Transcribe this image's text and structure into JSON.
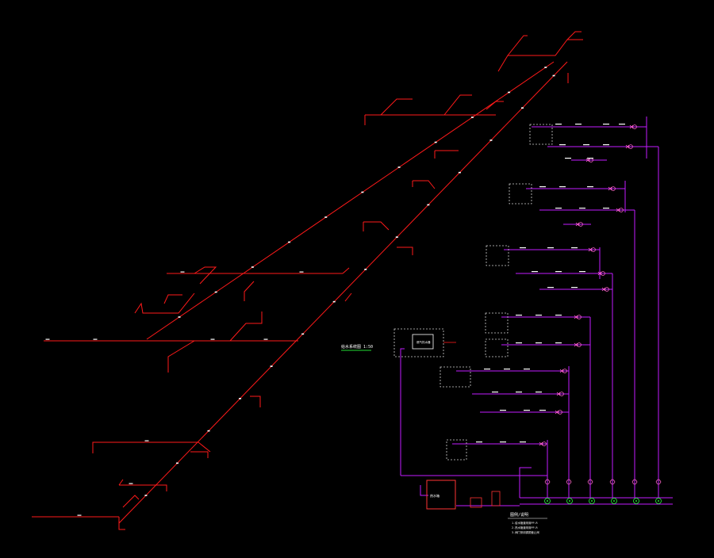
{
  "drawing": {
    "background": "#000000",
    "colors": {
      "pipe_red": "#ff1a1a",
      "pipe_magenta": "#c21cff",
      "label_white": "#ffffff",
      "valve_pink": "#ff66cc",
      "pump_green": "#22dd33",
      "dashed_box": "#d0d0d0",
      "equipment_red": "#ff3333"
    },
    "center_caption": "给水系统图  1:50",
    "legend": {
      "title": "图例/说明",
      "lines": [
        "1.给水管道采用PP-R",
        "2.热水管道采用PP-R",
        "3.阀门采用铜质截止阀"
      ]
    },
    "tank_label": "热水箱",
    "heater_label": "燃气热水器",
    "pump_count": 6
  }
}
